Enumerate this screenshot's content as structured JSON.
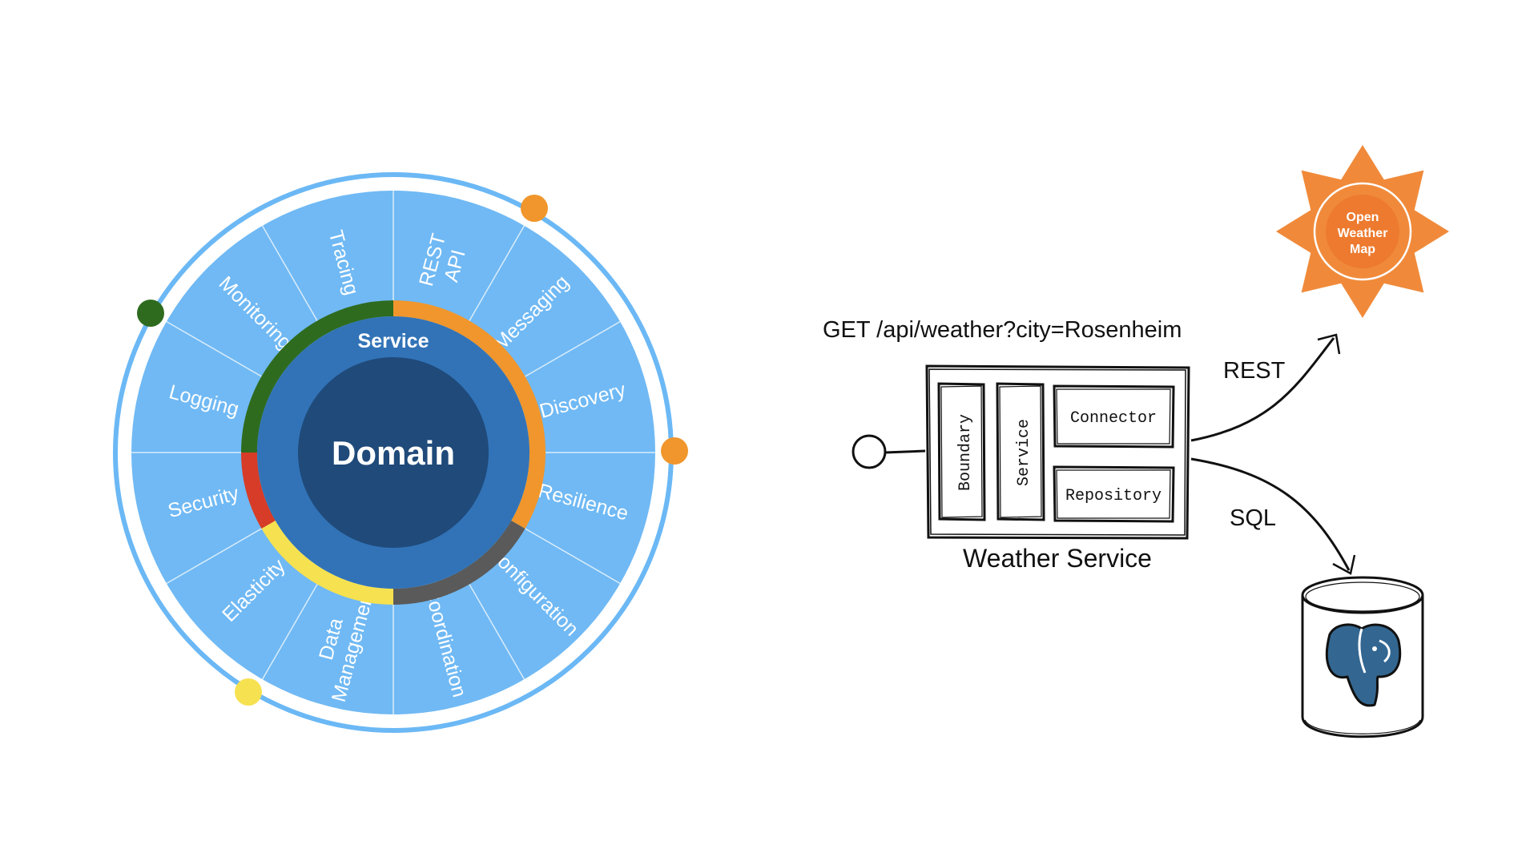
{
  "wheel": {
    "center_label": "Domain",
    "service_label": "Service",
    "segments": [
      "REST API",
      "Messaging",
      "Discovery",
      "Resilience",
      "Configuration",
      "Coordination",
      "Data Management",
      "Elasticity",
      "Security",
      "Logging",
      "Monitoring",
      "Tracing"
    ],
    "ring_colors": {
      "orange": "#F0962C",
      "gray": "#5A5A5A",
      "yellow": "#F6E150",
      "red": "#D63C27",
      "green": "#2E6B1F"
    },
    "colors": {
      "outer_ring": "#6BB8F5",
      "segment_fill": "#70B9F4",
      "segment_divider": "#D9ECFB",
      "service_fill": "#3273B7",
      "domain_fill": "#1F4A7A",
      "dot_green": "#2E6B1F",
      "dot_orange": "#F0962C",
      "dot_yellow": "#F6E150"
    }
  },
  "architecture": {
    "request": "GET /api/weather?city=Rosenheim",
    "title": "Weather Service",
    "components": {
      "boundary": "Boundary",
      "service": "Service",
      "connector": "Connector",
      "repository": "Repository"
    },
    "edges": {
      "rest": "REST",
      "sql": "SQL"
    },
    "openweathermap": {
      "line1": "Open",
      "line2": "Weather",
      "line3": "Map",
      "color": "#F08A3A"
    },
    "database": {
      "icon": "postgresql-elephant-icon",
      "color": "#336791"
    }
  }
}
